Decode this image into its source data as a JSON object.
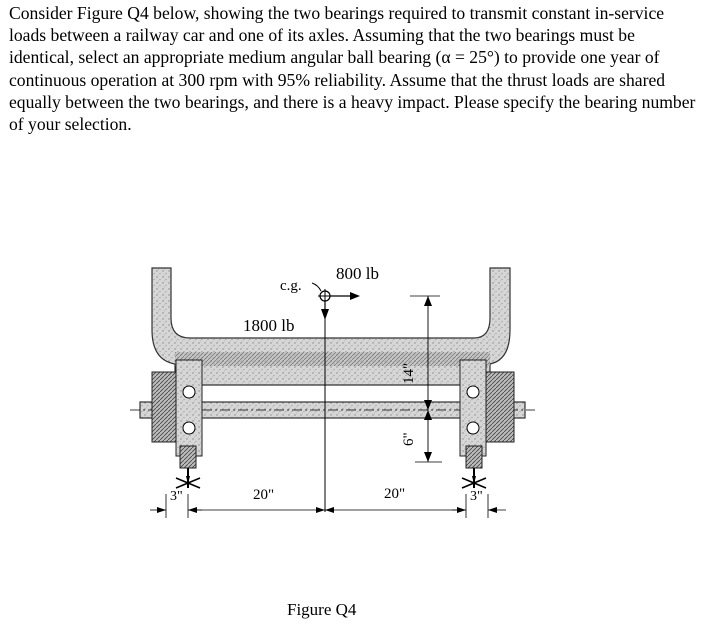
{
  "problem": {
    "text": "Consider Figure Q4 below, showing the two bearings required to transmit constant in-service loads between a railway car and one of its axles. Assuming that the two bearings must be identical, select an appropriate medium angular ball bearing (α = 25°) to provide one year of continuous operation at 300 rpm with 95% reliability. Assume that the thrust loads are shared equally between the two bearings, and there is a heavy impact. Please specify the bearing number of your selection."
  },
  "figure": {
    "cg_label": "c.g.",
    "thrust_load": "800 lb",
    "radial_load": "1800 lb",
    "height_upper": "14\"",
    "height_lower": "6\"",
    "dim_left_outer": "3\"",
    "dim_left_span": "20\"",
    "dim_right_span": "20\"",
    "dim_right_outer": "3\"",
    "caption": "Figure Q4"
  }
}
